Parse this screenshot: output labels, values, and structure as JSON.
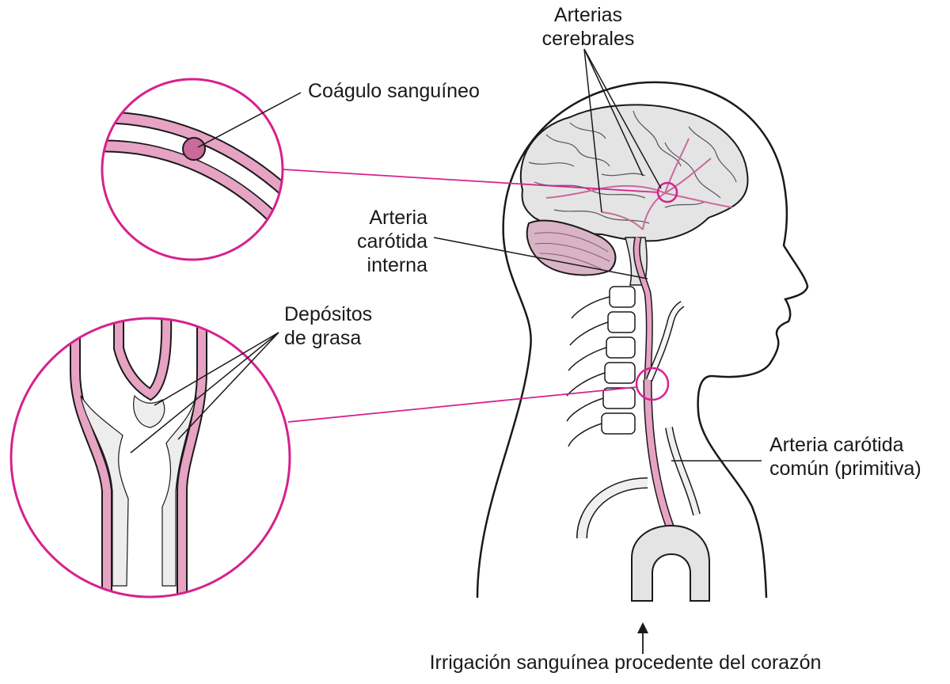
{
  "colors": {
    "accent": "#d6218f",
    "artery_wall": "#e7a3c3",
    "artery_wall_dark": "#c96a9a",
    "brain_fill": "#e4e4e4",
    "cerebellum_fill": "#d9b3c6",
    "plaque_fill": "#ededed",
    "outline": "#1a1a1a"
  },
  "labels": {
    "cerebral_arteries": [
      "Arterias",
      "cerebrales"
    ],
    "blood_clot": "Coágulo sanguíneo",
    "internal_carotid": [
      "Arteria",
      "carótida",
      "interna"
    ],
    "fat_deposits": [
      "Depósitos",
      "de grasa"
    ],
    "common_carotid": [
      "Arteria carótida",
      "común (primitiva)"
    ],
    "blood_supply": "Irrigación sanguínea procedente del corazón"
  },
  "icons": {
    "arrow": "up-arrow-icon"
  }
}
